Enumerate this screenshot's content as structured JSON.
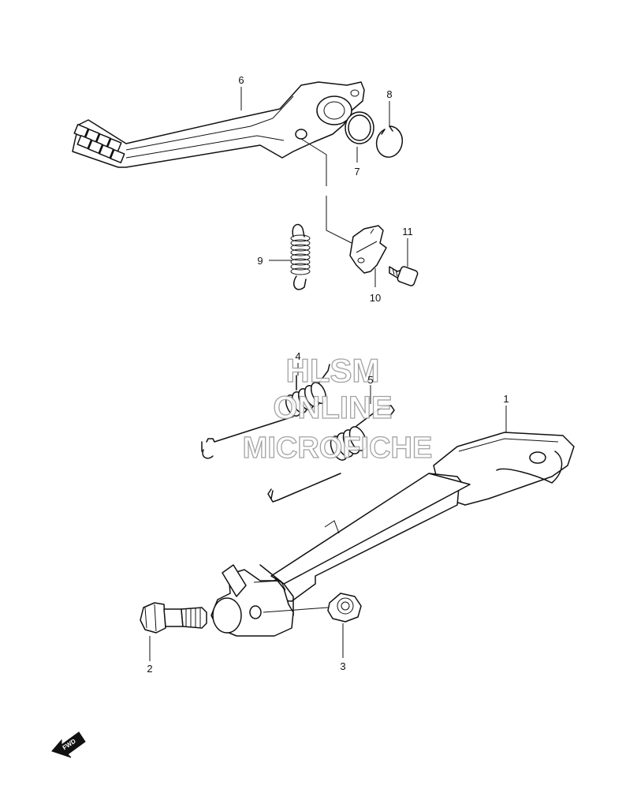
{
  "callouts": {
    "p1": "1",
    "p2": "2",
    "p3": "3",
    "p4": "4",
    "p5": "5",
    "p6": "6",
    "p7": "7",
    "p8": "8",
    "p9": "9",
    "p10": "10",
    "p11": "11"
  },
  "watermark": {
    "line1": "HLSM",
    "line2": "ONLINE",
    "line3": "MICROFICHE"
  },
  "fwd_label": "FWD",
  "colors": {
    "ink": "#111111",
    "watermark": "#9a9a9a"
  }
}
